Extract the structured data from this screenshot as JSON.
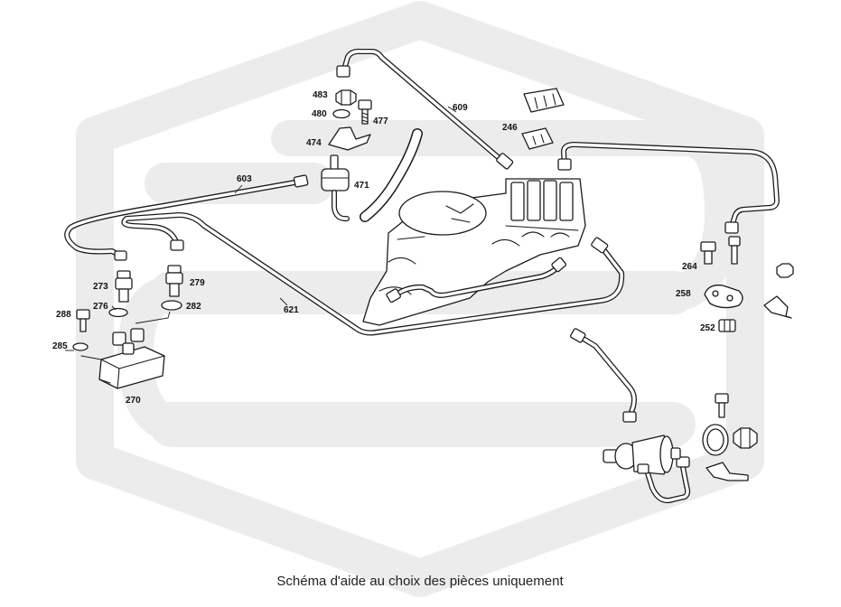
{
  "caption": "Schéma d'aide au choix des pièces uniquement",
  "callouts": {
    "p483": "483",
    "p480": "480",
    "p477": "477",
    "p474": "474",
    "p471": "471",
    "p609": "609",
    "p246": "246",
    "p603": "603",
    "p264": "264",
    "p258": "258",
    "p252": "252",
    "p273": "273",
    "p279": "279",
    "p276": "276",
    "p282": "282",
    "p288": "288",
    "p285": "285",
    "p270": "270",
    "p621": "621"
  },
  "colors": {
    "watermark": "#ececec",
    "line_art": "#1c1c1c",
    "text": "#222222"
  }
}
